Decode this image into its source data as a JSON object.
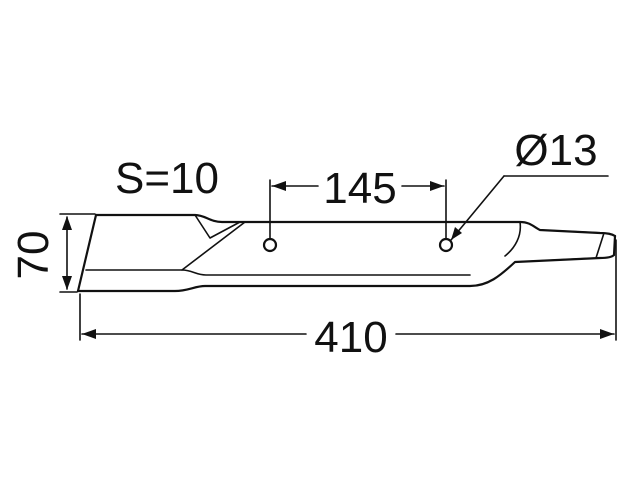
{
  "drawing": {
    "thickness_label": "S=10",
    "hole_spacing_label": "145",
    "hole_diameter_label": "Ø13",
    "overall_length_label": "410",
    "width_label": "70"
  }
}
